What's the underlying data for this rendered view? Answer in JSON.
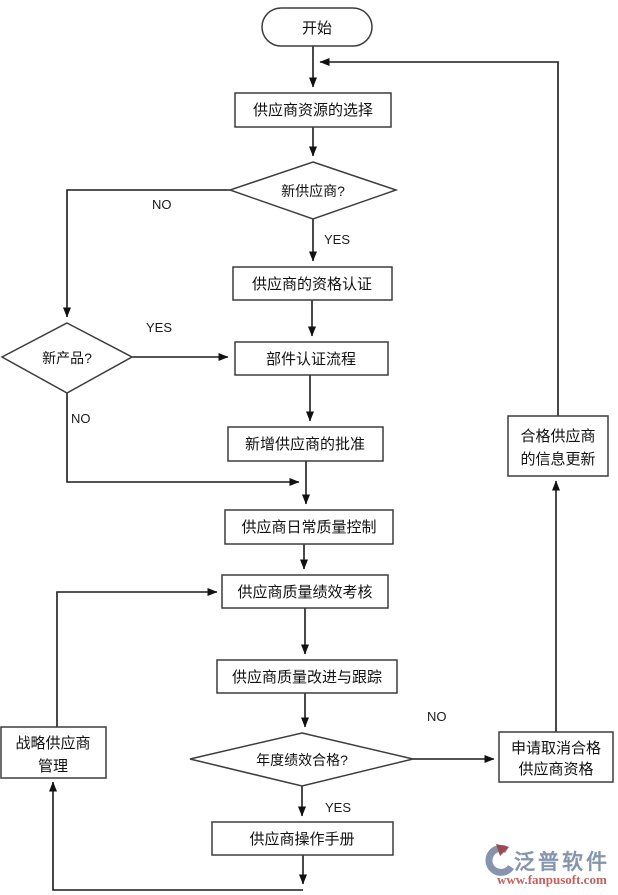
{
  "diagram": {
    "type": "flowchart",
    "background": "#ffffff",
    "line_color": "#1c1c1c",
    "nodes": {
      "start": {
        "label": "开始",
        "shape": "terminator"
      },
      "resource_selection": {
        "label": "供应商资源的选择",
        "shape": "process"
      },
      "new_supplier_decision": {
        "label": "新供应商?",
        "shape": "decision"
      },
      "qualification_cert": {
        "label": "供应商的资格认证",
        "shape": "process"
      },
      "new_product_decision": {
        "label": "新产品?",
        "shape": "decision"
      },
      "component_cert": {
        "label": "部件认证流程",
        "shape": "process"
      },
      "new_supplier_approval": {
        "label": "新增供应商的批准",
        "shape": "process"
      },
      "daily_quality_control": {
        "label": "供应商日常质量控制",
        "shape": "process"
      },
      "performance_assessment": {
        "label": "供应商质量绩效考核",
        "shape": "process"
      },
      "quality_improvement": {
        "label": "供应商质量改进与跟踪",
        "shape": "process"
      },
      "annual_performance_decision": {
        "label": "年度绩效合格?",
        "shape": "decision"
      },
      "operation_manual": {
        "label": "供应商操作手册",
        "shape": "process"
      },
      "cancel_qualification": {
        "label_line1": "申请取消合格",
        "label_line2": "供应商资格",
        "shape": "process"
      },
      "qualified_info_update": {
        "label_line1": "合格供应商",
        "label_line2": "的信息更新",
        "shape": "process"
      },
      "strategic_supplier_mgmt": {
        "label_line1": "战略供应商",
        "label_line2": "管理",
        "shape": "process"
      }
    },
    "edge_labels": {
      "new_supplier_no": "NO",
      "new_supplier_yes": "YES",
      "new_product_yes": "YES",
      "new_product_no": "NO",
      "annual_performance_no": "NO",
      "annual_performance_yes": "YES"
    },
    "watermark": {
      "brand": "泛普软件",
      "url": "www.fanpusoft.com",
      "brand_color": "#8695ac",
      "url_color": "#c4615c"
    }
  }
}
